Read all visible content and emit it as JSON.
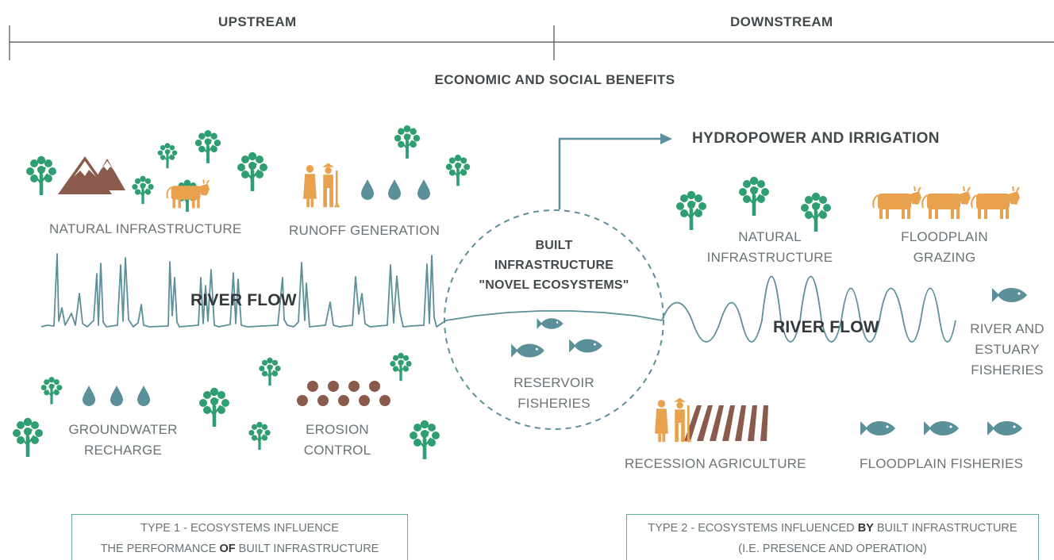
{
  "header": {
    "upstream": "UPSTREAM",
    "downstream": "DOWNSTREAM"
  },
  "subheader": "ECONOMIC AND SOCIAL BENEFITS",
  "hydropower": "HYDROPOWER AND IRRIGATION",
  "upstream": {
    "natural_infrastructure": "NATURAL INFRASTRUCTURE",
    "runoff_generation": "RUNOFF GENERATION",
    "river_flow": "RIVER FLOW",
    "groundwater_recharge": [
      "GROUNDWATER",
      "RECHARGE"
    ],
    "erosion_control": [
      "EROSION",
      "CONTROL"
    ]
  },
  "built": {
    "title": [
      "BUILT",
      "INFRASTRUCTURE",
      "\"NOVEL ECOSYSTEMS\""
    ],
    "reservoir_fisheries": [
      "RESERVOIR",
      "FISHERIES"
    ]
  },
  "downstream": {
    "natural_infrastructure": [
      "NATURAL",
      "INFRASTRUCTURE"
    ],
    "floodplain_grazing": [
      "FLOODPLAIN",
      "GRAZING"
    ],
    "river_flow": "RIVER FLOW",
    "river_estuary_fisheries": [
      "RIVER AND",
      "ESTUARY",
      "FISHERIES"
    ],
    "recession_agriculture": "RECESSION AGRICULTURE",
    "floodplain_fisheries": "FLOODPLAIN FISHERIES"
  },
  "type1": {
    "line1": "TYPE 1 - ECOSYSTEMS INFLUENCE",
    "line2_pre": "THE PERFORMANCE ",
    "line2_bold": "OF",
    "line2_post": " BUILT INFRASTRUCTURE"
  },
  "type2": {
    "line1_pre": "TYPE 2 - ECOSYSTEMS INFLUENCED ",
    "line1_bold": "BY",
    "line1_post": " BUILT INFRASTRUCTURE",
    "line2": "(I.E. PRESENCE AND OPERATION)"
  },
  "icons": {
    "tree": "tree-icon",
    "mountain": "mountain-icon",
    "cow": "cow-icon",
    "farmers": "farmers-icon",
    "drop": "water-drop-icon",
    "fish": "fish-icon",
    "soil": "soil-particle-icon",
    "field": "plowed-field-icon"
  },
  "colors": {
    "green": "#2f9e73",
    "brown": "#8a5a4c",
    "orange": "#e8a24e",
    "teal": "#5b8f9a",
    "text": "#6b7377",
    "box_border": "#5fae8f"
  }
}
